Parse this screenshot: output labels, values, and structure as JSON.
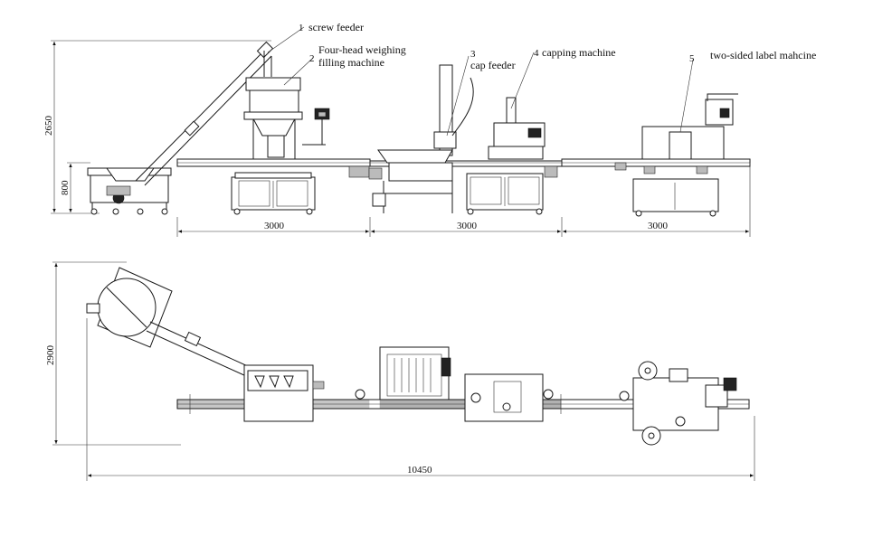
{
  "labels": {
    "screw_feeder": {
      "num": "1",
      "text": "screw feeder"
    },
    "weighing": {
      "num": "2",
      "line1": "Four-head weighing",
      "line2": "filling machine"
    },
    "cap_feeder": {
      "num": "3",
      "text": "cap feeder"
    },
    "capping": {
      "num": "4",
      "text": "capping machine"
    },
    "labeler": {
      "num": "5",
      "text": "two-sided label mahcine"
    }
  },
  "dimensions": {
    "front_height_total": "2650",
    "front_height_conveyor": "800",
    "section_1": "3000",
    "section_2": "3000",
    "section_3": "3000",
    "top_height": "2900",
    "total_length": "10450"
  }
}
